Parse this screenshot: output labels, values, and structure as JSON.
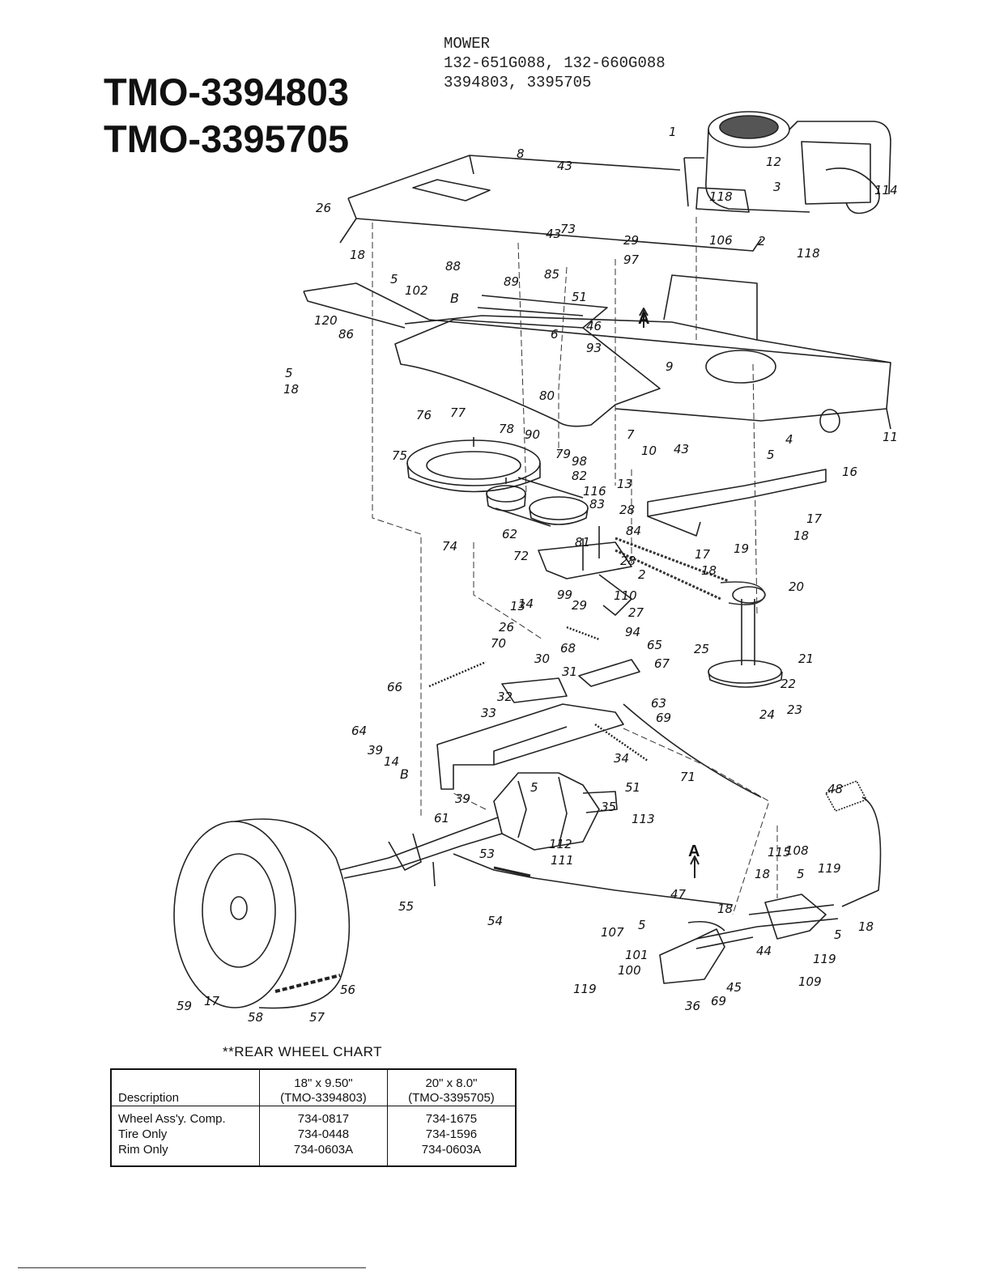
{
  "titles": [
    "TMO-3394803",
    "TMO-3395705"
  ],
  "header": {
    "line1": "MOWER",
    "line2": "132-651G088, 132-660G088",
    "line3": "3394803, 3395705"
  },
  "view_markers": {
    "a1": "A",
    "a2": "A",
    "b1": "B",
    "b2": "B"
  },
  "callouts": [
    "1",
    "12",
    "114",
    "118",
    "3",
    "106",
    "2",
    "118",
    "8",
    "43",
    "26",
    "73",
    "43",
    "29",
    "97",
    "18",
    "5",
    "88",
    "85",
    "89",
    "102",
    "51",
    "46",
    "6",
    "93",
    "9",
    "120",
    "86",
    "5",
    "18",
    "80",
    "77",
    "76",
    "78",
    "90",
    "79",
    "98",
    "7",
    "10",
    "43",
    "5",
    "4",
    "11",
    "75",
    "82",
    "16",
    "116",
    "13",
    "83",
    "28",
    "84",
    "17",
    "18",
    "17",
    "18",
    "19",
    "20",
    "74",
    "62",
    "81",
    "72",
    "28",
    "2",
    "99",
    "110",
    "27",
    "13",
    "14",
    "29",
    "94",
    "26",
    "70",
    "68",
    "65",
    "30",
    "31",
    "67",
    "21",
    "25",
    "66",
    "32",
    "63",
    "69",
    "22",
    "23",
    "24",
    "64",
    "33",
    "39",
    "14",
    "34",
    "71",
    "48",
    "39",
    "5",
    "51",
    "35",
    "61",
    "113",
    "53",
    "112",
    "111",
    "55",
    "54",
    "47",
    "115",
    "108",
    "18",
    "5",
    "119",
    "18",
    "18",
    "107",
    "5",
    "101",
    "100",
    "119",
    "44",
    "5",
    "109",
    "45",
    "119",
    "69",
    "36",
    "59",
    "17",
    "58",
    "57",
    "56"
  ],
  "chart": {
    "caption": "**REAR WHEEL CHART",
    "columns": [
      {
        "l1": "",
        "l2": "Description"
      },
      {
        "l1": "18\" x 9.50\"",
        "l2": "(TMO-3394803)"
      },
      {
        "l1": "20\" x 8.0\"",
        "l2": "(TMO-3395705)"
      }
    ],
    "rows": [
      [
        "Wheel Ass'y. Comp.",
        "734-0817",
        "734-1675"
      ],
      [
        "Tire Only",
        "734-0448",
        "734-1596"
      ],
      [
        "Rim Only",
        "734-0603A",
        "734-0603A"
      ]
    ]
  }
}
